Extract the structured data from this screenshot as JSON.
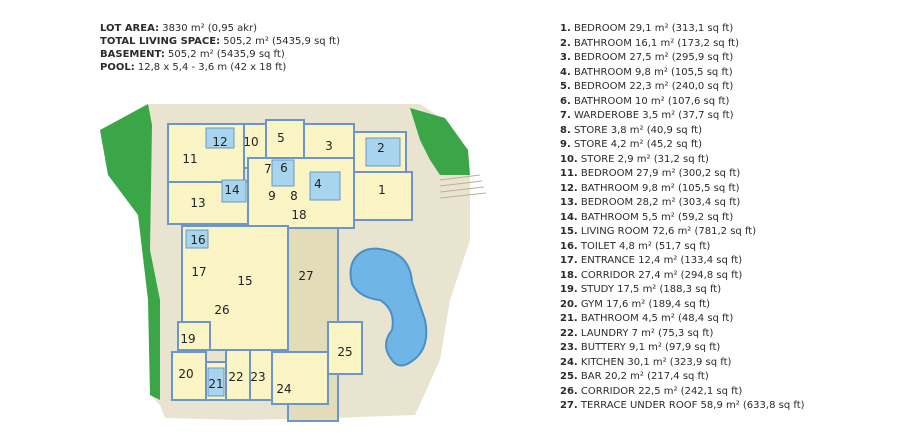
{
  "summary": [
    {
      "label": "LOT AREA:",
      "value": "3830 m² (0,95 akr)"
    },
    {
      "label": "TOTAL LIVING SPACE:",
      "value": "505,2 m² (5435,9 sq ft)"
    },
    {
      "label": "BASEMENT:",
      "value": "505,2 m² (5435,9 sq ft)"
    },
    {
      "label": "POOL:",
      "value": "12,8 x 5,4 - 3,6 m (42 x 18 ft)"
    }
  ],
  "rooms": [
    {
      "num": "1.",
      "text": "BEDROOM 29,1 m² (313,1 sq ft)"
    },
    {
      "num": "2.",
      "text": "BATHROOM 16,1 m² (173,2 sq ft)"
    },
    {
      "num": "3.",
      "text": "BEDROOM 27,5 m² (295,9 sq ft)"
    },
    {
      "num": "4.",
      "text": "BATHROOM 9,8 m² (105,5 sq ft)"
    },
    {
      "num": "5.",
      "text": "BEDROOM 22,3 m² (240,0 sq ft)"
    },
    {
      "num": "6.",
      "text": "BATHROOM 10 m² (107,6 sq ft)"
    },
    {
      "num": "7.",
      "text": "WARDEROBE 3,5 m² (37,7 sq ft)"
    },
    {
      "num": "8.",
      "text": "STORE 3,8 m² (40,9 sq ft)"
    },
    {
      "num": "9.",
      "text": "STORE 4,2 m² (45,2 sq ft)"
    },
    {
      "num": "10.",
      "text": "STORE 2,9 m² (31,2 sq ft)"
    },
    {
      "num": "11.",
      "text": "BEDROOM 27,9 m² (300,2 sq ft)"
    },
    {
      "num": "12.",
      "text": "BATHROOM 9,8 m² (105,5 sq ft)"
    },
    {
      "num": "13.",
      "text": "BEDROOM 28,2 m² (303,4 sq ft)"
    },
    {
      "num": "14.",
      "text": "BATHROOM 5,5 m² (59,2 sq ft)"
    },
    {
      "num": "15.",
      "text": "LIVING ROOM 72,6 m² (781,2 sq ft)"
    },
    {
      "num": "16.",
      "text": "TOILET 4,8 m² (51,7 sq ft)"
    },
    {
      "num": "17.",
      "text": "ENTRANCE 12,4 m² (133,4 sq ft)"
    },
    {
      "num": "18.",
      "text": "CORRIDOR 27,4 m² (294,8 sq ft)"
    },
    {
      "num": "19.",
      "text": "STUDY 17,5 m² (188,3 sq ft)"
    },
    {
      "num": "20.",
      "text": "GYM 17,6 m² (189,4 sq ft)"
    },
    {
      "num": "21.",
      "text": "BATHROOM 4,5 m² (48,4 sq ft)"
    },
    {
      "num": "22.",
      "text": "LAUNDRY 7 m² (75,3 sq ft)"
    },
    {
      "num": "23.",
      "text": "BUTTERY 9,1 m² (97,9 sq ft)"
    },
    {
      "num": "24.",
      "text": "KITCHEN 30,1 m² (323,9 sq ft)"
    },
    {
      "num": "25.",
      "text": "BAR 20,2 m² (217,4 sq ft)"
    },
    {
      "num": "26.",
      "text": "CORRIDOR 22,5 m² (242,1 sq ft)"
    },
    {
      "num": "27.",
      "text": "TERRACE UNDER ROOF 58,9 m² (633,8 sq ft)"
    }
  ],
  "plan_labels": {
    "r1": "1",
    "r2": "2",
    "r3": "3",
    "r4": "4",
    "r5": "5",
    "r6": "6",
    "r7": "7",
    "r8": "8",
    "r9": "9",
    "r10": "10",
    "r11": "11",
    "r12": "12",
    "r13": "13",
    "r14": "14",
    "r15": "15",
    "r16": "16",
    "r17": "17",
    "r18": "18",
    "r19": "19",
    "r20": "20",
    "r21": "21",
    "r22": "22",
    "r23": "23",
    "r24": "24",
    "r25": "25",
    "r26": "26",
    "r27": "27"
  },
  "colors": {
    "grass": "#3aa648",
    "terrain": "#e9e4cf",
    "floor": "#fbf5c6",
    "wall": "#6b96c8",
    "pool": "#6fb6e6",
    "bath": "#a9d4ee",
    "terrace": "#e3dcb8"
  }
}
